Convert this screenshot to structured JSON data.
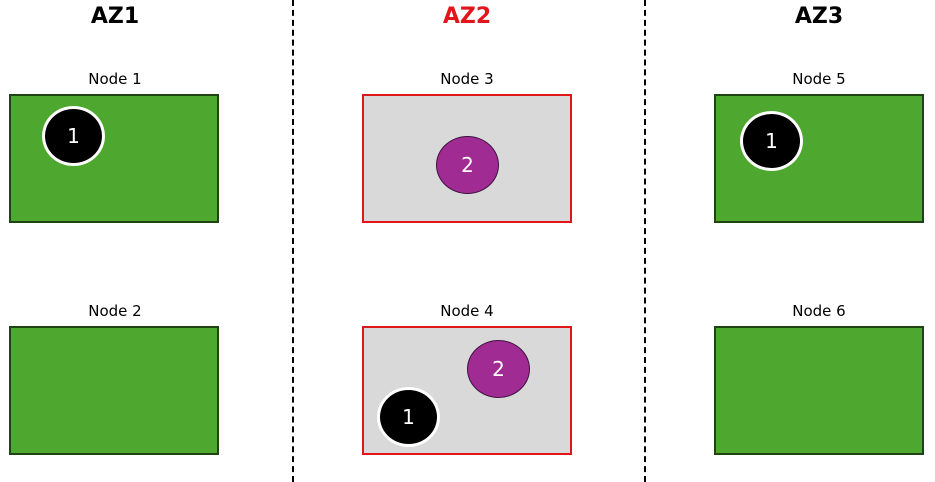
{
  "zones": [
    {
      "title": "AZ1",
      "title_color": "#000000",
      "nodes": [
        {
          "label": "Node 1",
          "status": "healthy",
          "fill": "#4ea72e",
          "pods": [
            {
              "label": "1",
              "kind": "dark",
              "fill": "#000000"
            }
          ]
        },
        {
          "label": "Node 2",
          "status": "healthy",
          "fill": "#4ea72e",
          "pods": []
        }
      ]
    },
    {
      "title": "AZ2",
      "title_color": "#e0161b",
      "nodes": [
        {
          "label": "Node 3",
          "status": "failed",
          "fill": "#d9d9d9",
          "pods": [
            {
              "label": "2",
              "kind": "purple",
              "fill": "#a02b93"
            }
          ]
        },
        {
          "label": "Node 4",
          "status": "failed",
          "fill": "#d9d9d9",
          "pods": [
            {
              "label": "2",
              "kind": "purple",
              "fill": "#a02b93"
            },
            {
              "label": "1",
              "kind": "dark",
              "fill": "#000000"
            }
          ]
        }
      ]
    },
    {
      "title": "AZ3",
      "title_color": "#000000",
      "nodes": [
        {
          "label": "Node 5",
          "status": "healthy",
          "fill": "#4ea72e",
          "pods": [
            {
              "label": "1",
              "kind": "dark",
              "fill": "#000000"
            }
          ]
        },
        {
          "label": "Node 6",
          "status": "healthy",
          "fill": "#4ea72e",
          "pods": []
        }
      ]
    }
  ]
}
